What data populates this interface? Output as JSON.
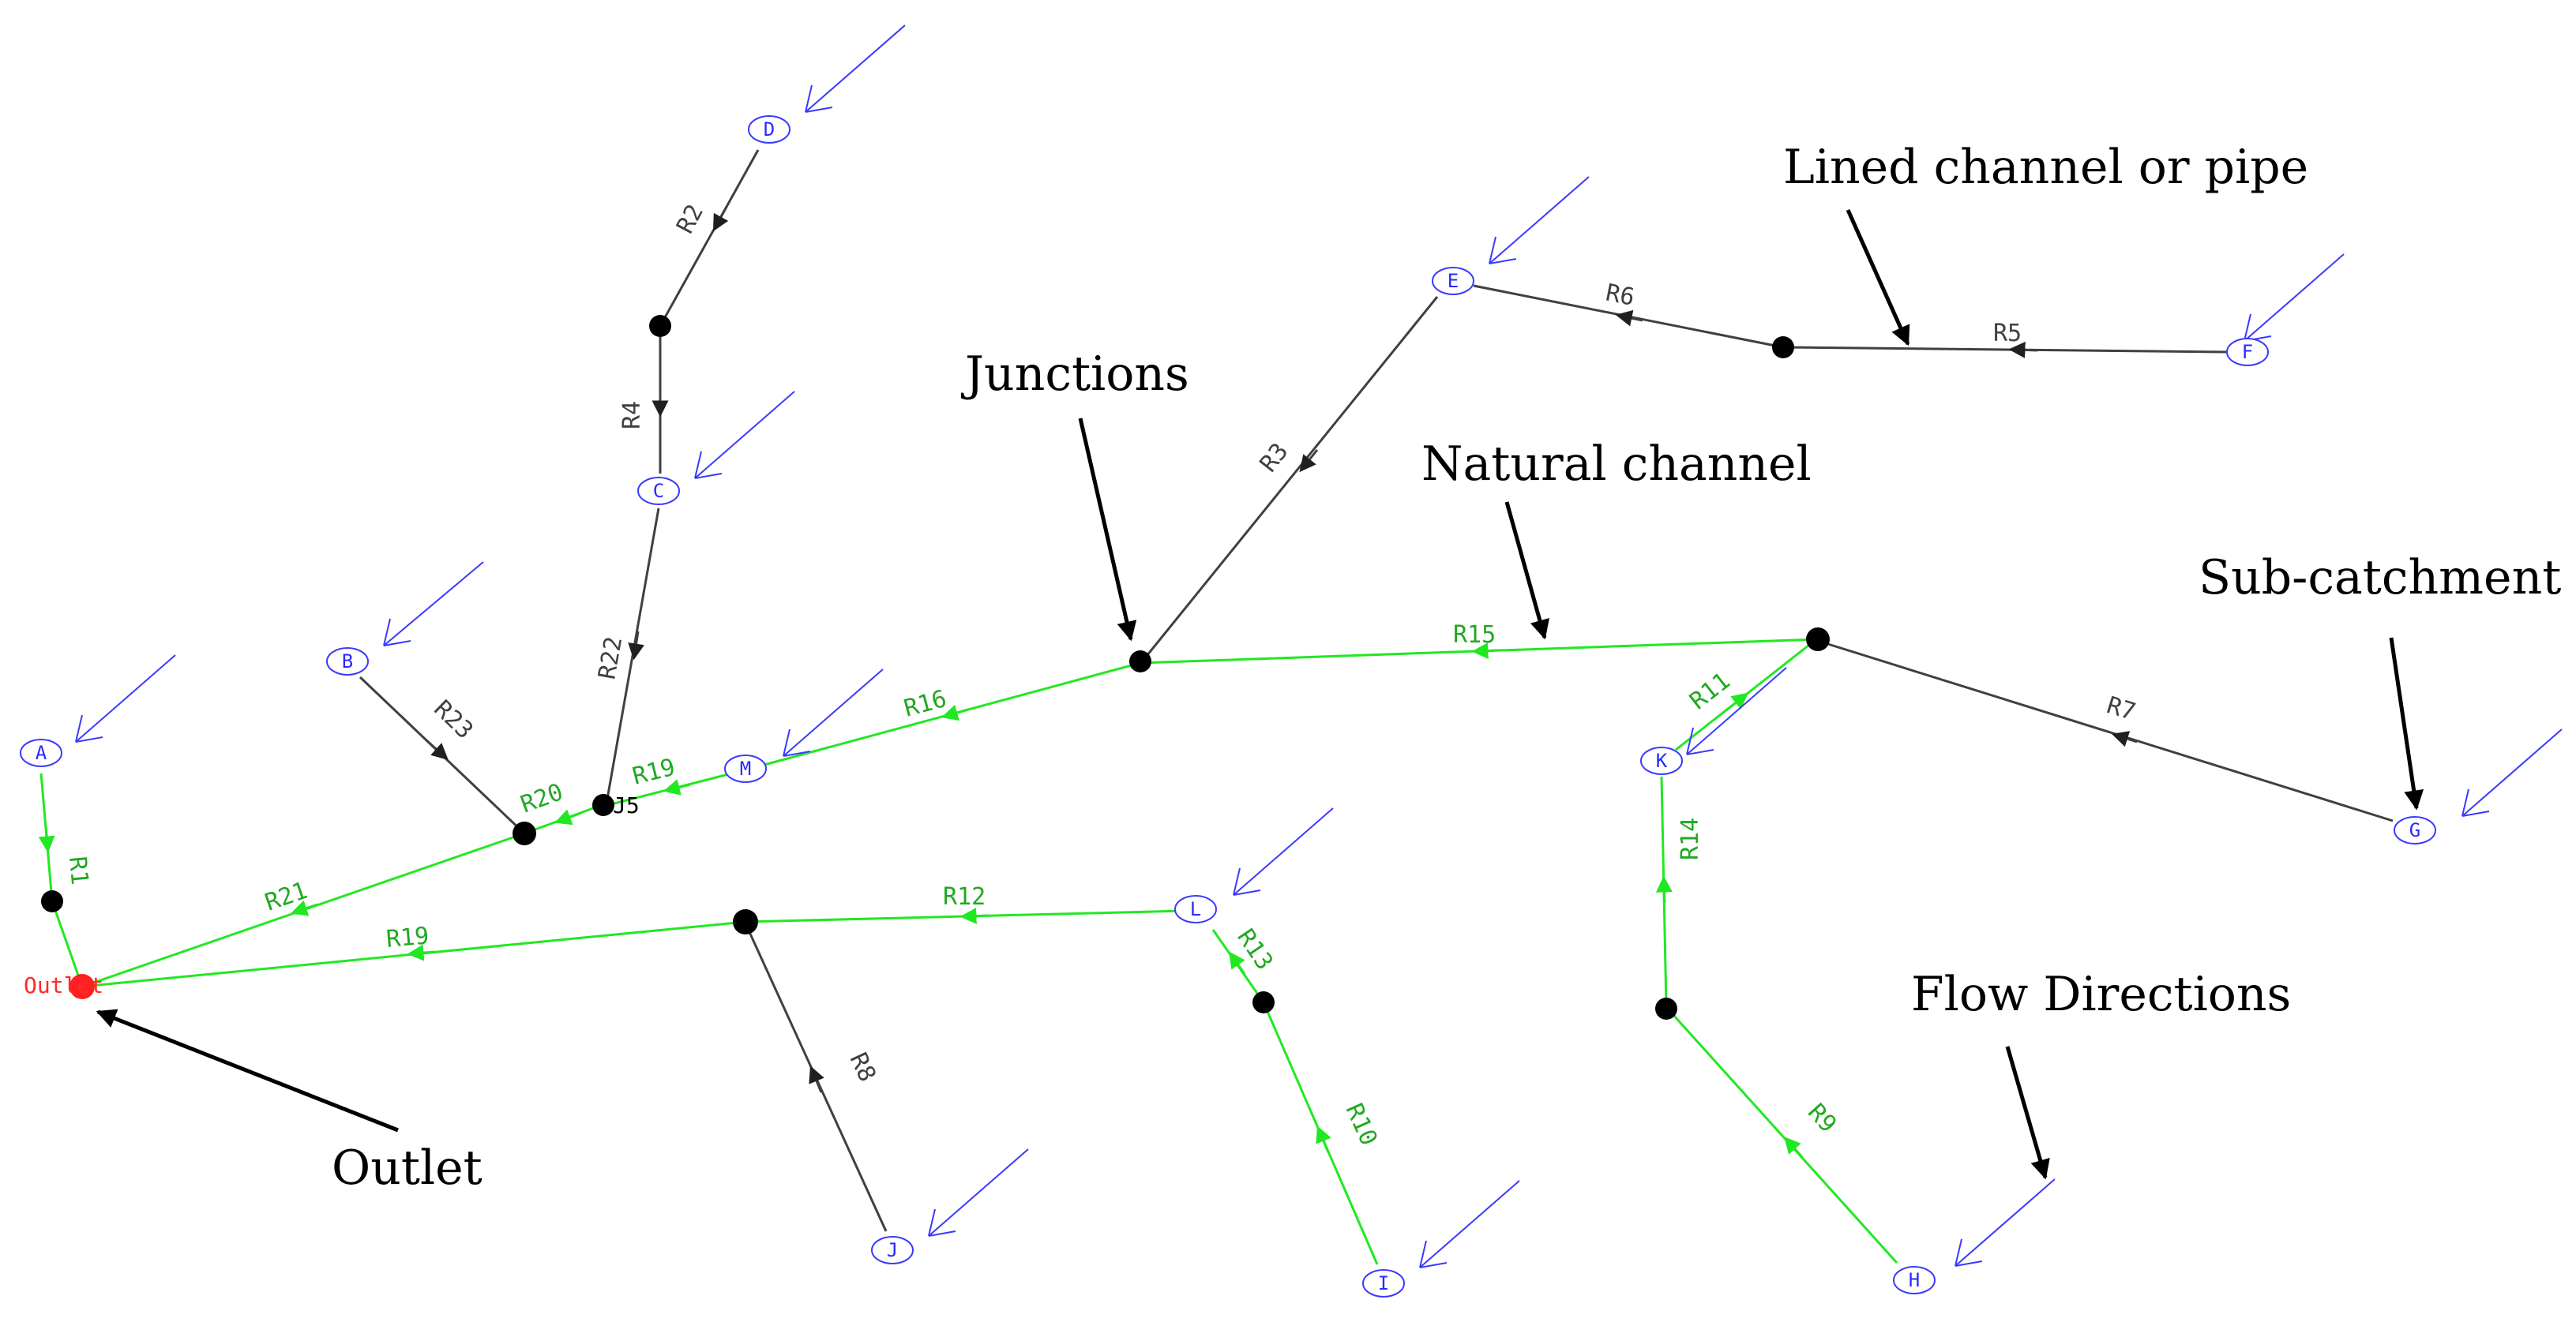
{
  "colors": {
    "natural_channel": "#22e822",
    "lined_channel": "#404040",
    "subcatchment": "#3a3aff",
    "outlet": "#ff2020",
    "junction": "#000000",
    "annotation": "#000000"
  },
  "annotations": {
    "lined": "Lined channel or pipe",
    "junctions": "Junctions",
    "natural": "Natural channel",
    "subcatchment": "Sub-catchment",
    "flow": "Flow Directions",
    "outlet": "Outlet"
  },
  "outlet_label": "Outlet",
  "subcatchments": [
    "A",
    "B",
    "C",
    "D",
    "E",
    "F",
    "G",
    "H",
    "I",
    "J",
    "K",
    "L",
    "M"
  ],
  "reaches": [
    "R1",
    "R2",
    "R3",
    "R4",
    "R5",
    "R6",
    "R7",
    "R8",
    "R9",
    "R10",
    "R11",
    "R12",
    "R13",
    "R14",
    "R15",
    "R16",
    "R19",
    "R19",
    "R20",
    "R21",
    "R22",
    "R23"
  ],
  "junction_id": "J5"
}
